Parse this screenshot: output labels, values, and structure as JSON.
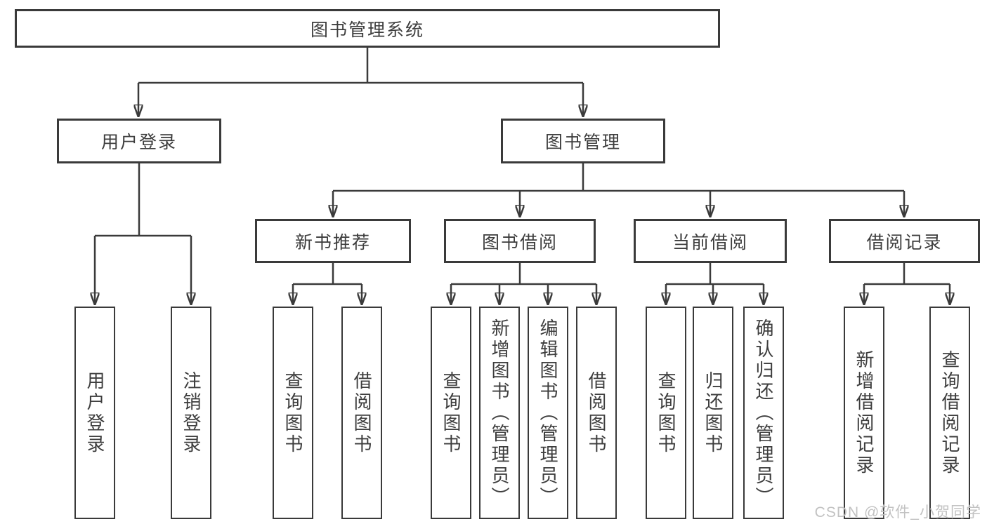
{
  "tree": {
    "root": {
      "label": "图书管理系统",
      "children": [
        {
          "label": "用户登录",
          "children": [
            {
              "label": "用户登录"
            },
            {
              "label": "注销登录"
            }
          ]
        },
        {
          "label": "图书管理",
          "children": [
            {
              "label": "新书推荐",
              "children": [
                {
                  "label": "查询图书"
                },
                {
                  "label": "借阅图书"
                }
              ]
            },
            {
              "label": "图书借阅",
              "children": [
                {
                  "label": "查询图书"
                },
                {
                  "label": "新增图书（管理员）"
                },
                {
                  "label": "编辑图书（管理员）"
                },
                {
                  "label": "借阅图书"
                }
              ]
            },
            {
              "label": "当前借阅",
              "children": [
                {
                  "label": "查询图书"
                },
                {
                  "label": "归还图书"
                },
                {
                  "label": "确认归还（管理员）"
                }
              ]
            },
            {
              "label": "借阅记录",
              "children": [
                {
                  "label": "新增借阅记录"
                },
                {
                  "label": "查询借阅记录"
                }
              ]
            }
          ]
        }
      ]
    }
  },
  "colors": {
    "line": "#3a3a3a",
    "text": "#3d3d3d",
    "background": "#ffffff",
    "watermark": "#c2c2c2"
  },
  "watermark": "CSDN @软件_小贺同学"
}
